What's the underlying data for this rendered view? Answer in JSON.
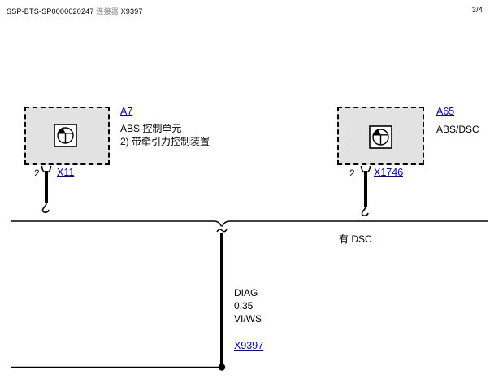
{
  "page": {
    "doc_id": "SSP-BTS-SP0000020247",
    "doc_type_label": "连接器",
    "doc_connector": "X9397",
    "page_number": "3/4"
  },
  "components": {
    "a7": {
      "code": "A7",
      "name_line1": "ABS 控制单元",
      "name_line2": "2) 带牵引力控制装置",
      "pin": "2",
      "connector": "X11"
    },
    "a65": {
      "code": "A65",
      "name_line1": "ABS/DSC",
      "pin": "2",
      "connector": "X1746"
    }
  },
  "bus": {
    "condition_note": "有 DSC"
  },
  "wire": {
    "signal": "DIAG",
    "cross_section": "0.35",
    "color_code": "VI/WS",
    "junction_connector": "X9397"
  },
  "icons": {
    "component_symbol": "abs-hydraulic-unit-icon"
  },
  "colors": {
    "link_blue": "#0000EE",
    "box_fill": "#e2e2e2",
    "line_black": "#000000"
  }
}
